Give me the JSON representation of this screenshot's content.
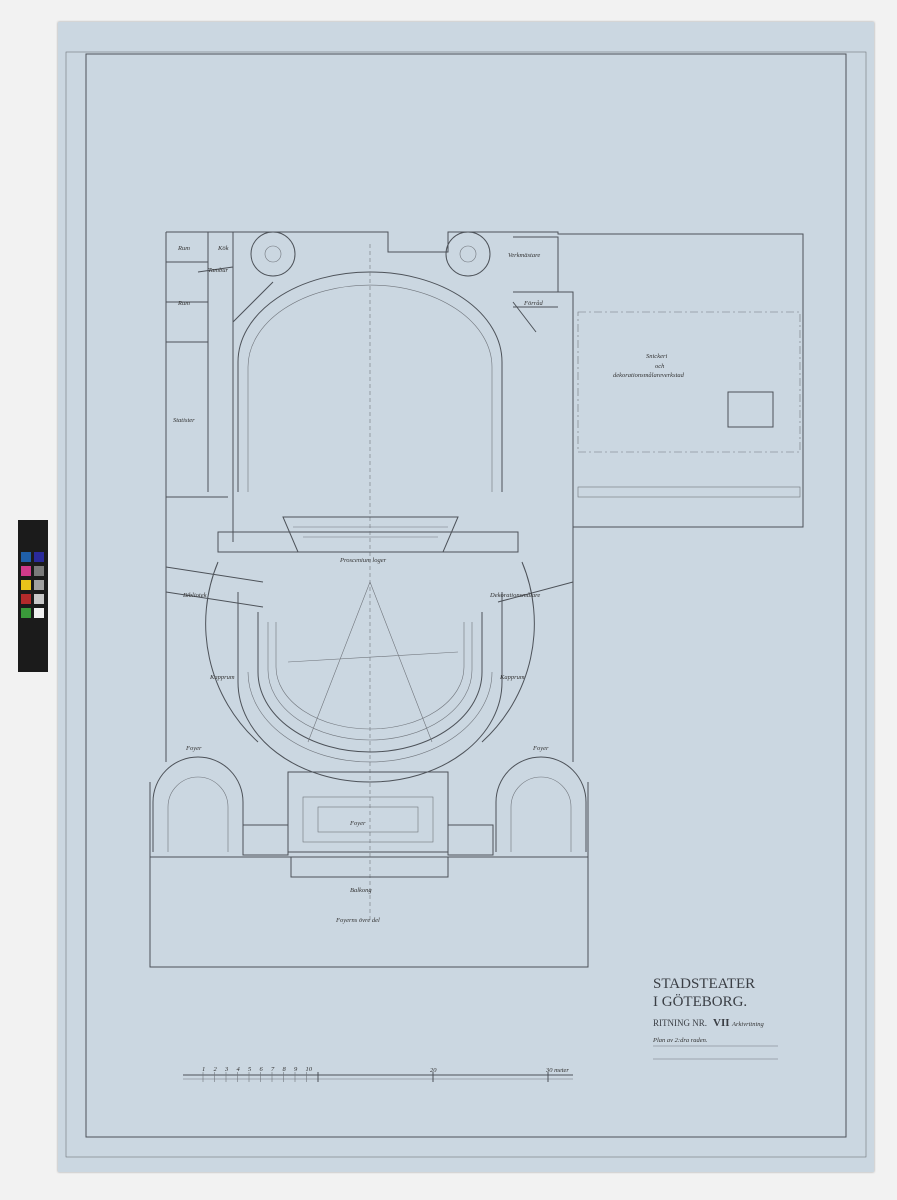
{
  "title_block": {
    "line1": "STADSTEATER",
    "line2": "I GÖTEBORG.",
    "drawing_prefix": "RITNING NR.",
    "drawing_number": "VII",
    "drawing_note": "Arkivritning",
    "plan_label": "Plan av 2:dra raden."
  },
  "scale_bar": {
    "ticks": [
      "1",
      "2",
      "3",
      "4",
      "5",
      "6",
      "7",
      "8",
      "9",
      "10"
    ],
    "label_20": "20",
    "label_30": "30 meter"
  },
  "rooms": {
    "rum1": "Rum",
    "kok": "Kök",
    "tambur": "Tambur",
    "rum2": "Rum",
    "statister": "Statister",
    "verkmastare": "Verkmästare",
    "forrad": "Förråd",
    "snickeri1": "Snickeri",
    "snickeri2": "och",
    "snickeri3": "dekorationsmålareverkstad",
    "bibliotek": "Bibliotek",
    "dekorationsmalare": "Dekorationsmålare",
    "kapprum_l": "Kapprum",
    "kapprum_r": "Kapprum",
    "foyer_l": "Foyer",
    "foyer_r": "Foyer",
    "foyer_c": "Foyer",
    "balkong": "Balkong",
    "foyer_upper": "Foyerns övre del",
    "proscenium": "Proscenium loger"
  },
  "colors": {
    "paper": "#cbd7e1",
    "ink": "#4d5259",
    "wall": "#6b6f75"
  },
  "color_checker": [
    "#1f5fa8",
    "#d03a8a",
    "#e9c21a",
    "#b22b2b",
    "#3a9a3a",
    "#2a2a9a",
    "#7a7a7a",
    "#a0a0a0",
    "#c8c8c8",
    "#f0f0f0"
  ]
}
